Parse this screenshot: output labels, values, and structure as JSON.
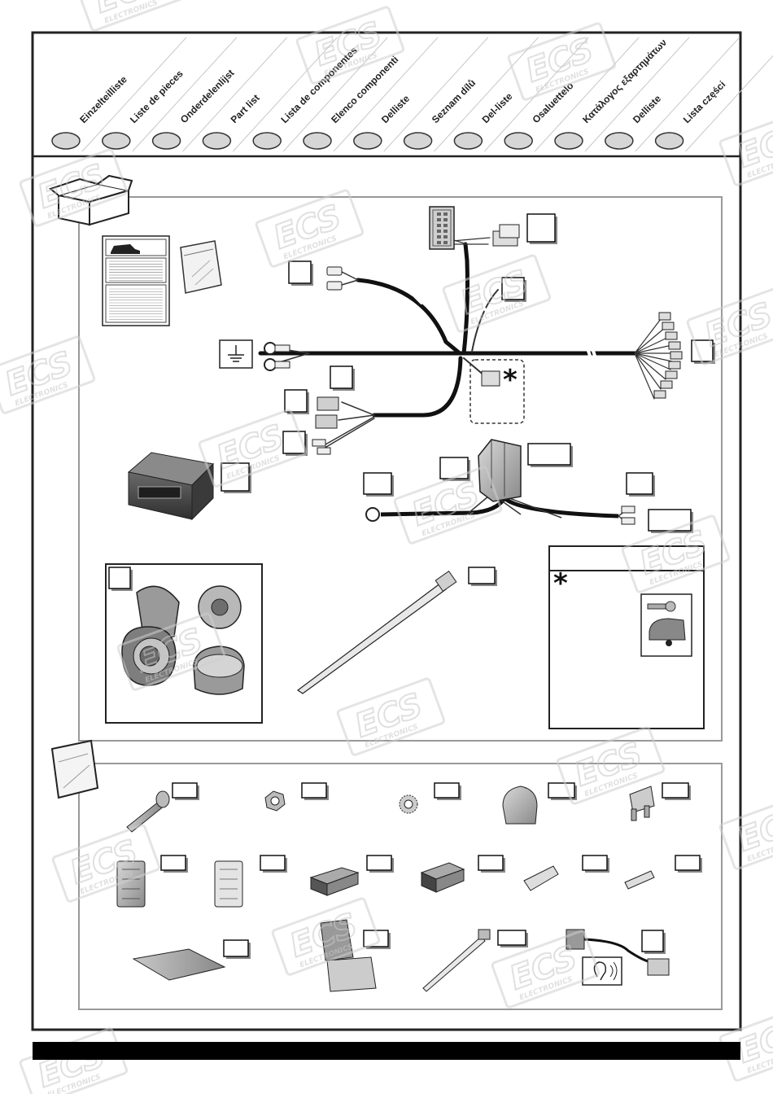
{
  "header": {
    "tabs": [
      "Einzelteilliste",
      "Liste de pieces",
      "Onderdelenlijst",
      "Part list",
      "Lista de componentes",
      "Elenco componenti",
      "Delliste",
      "Seznam dílů",
      "Del-liste",
      "Osaluettelo",
      "Κατάλογος εξαρτημάτων",
      "Delliste",
      "Lista części"
    ]
  },
  "watermark": {
    "brand": "ECS",
    "sub": "ELECTRONICS"
  },
  "symbols": {
    "asterisk": "*"
  },
  "colors": {
    "frame": "#222222",
    "panel_border": "#999999",
    "watermark": "#d0d0d0",
    "oval_fill": "#d6d6d6",
    "footer_bar": "#000000"
  },
  "icons": {
    "box": "box-icon",
    "bag": "bag-icon",
    "ground": "ground-icon",
    "key": "key-icon",
    "caravan": "caravan-icon",
    "ear": "ear-icon"
  }
}
